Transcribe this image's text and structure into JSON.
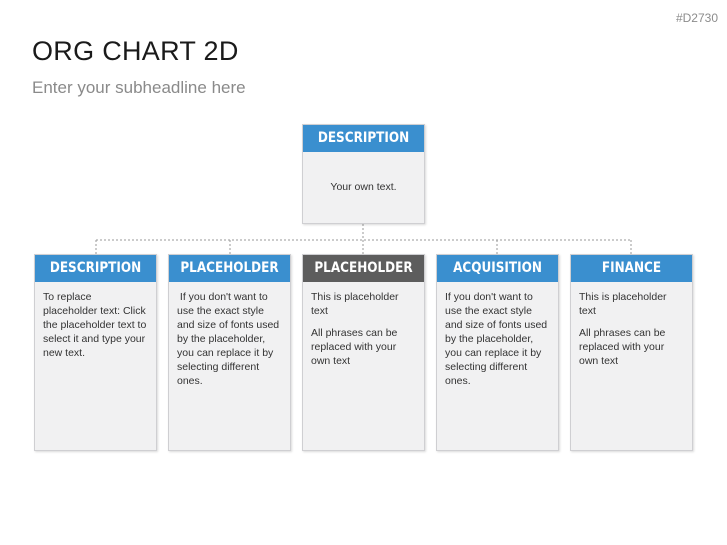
{
  "slide_id": "#D2730",
  "title": "ORG CHART 2D",
  "subtitle": "Enter your subheadline here",
  "colors": {
    "blue": "#3a8fcf",
    "dark": "#5d5d5d",
    "box_bg": "#f1f1f2",
    "connector": "#9a9a9a"
  },
  "top": {
    "header": "DESCRIPTION",
    "body": [
      "Your own text."
    ],
    "color": "#3a8fcf"
  },
  "nodes": [
    {
      "header": "DESCRIPTION",
      "color": "#3a8fcf",
      "body": [
        "To replace placeholder text: Click the placeholder text to select it and type your new text."
      ]
    },
    {
      "header": "PLACEHOLDER",
      "color": "#3a8fcf",
      "body": [
        " If you don't want to use the exact style and size of fonts used by the placeholder, you can replace it by selecting different ones."
      ]
    },
    {
      "header": "PLACEHOLDER",
      "color": "#5d5d5d",
      "body": [
        "This is placeholder text",
        "All phrases can be replaced with your own text"
      ]
    },
    {
      "header": "ACQUISITION",
      "color": "#3a8fcf",
      "body": [
        "If you don't want to use the exact style and size of fonts used by the placeholder, you can replace it by selecting different ones."
      ]
    },
    {
      "header": "FINANCE",
      "color": "#3a8fcf",
      "body": [
        "This is placeholder text",
        "All phrases can be replaced with your own text"
      ]
    }
  ]
}
